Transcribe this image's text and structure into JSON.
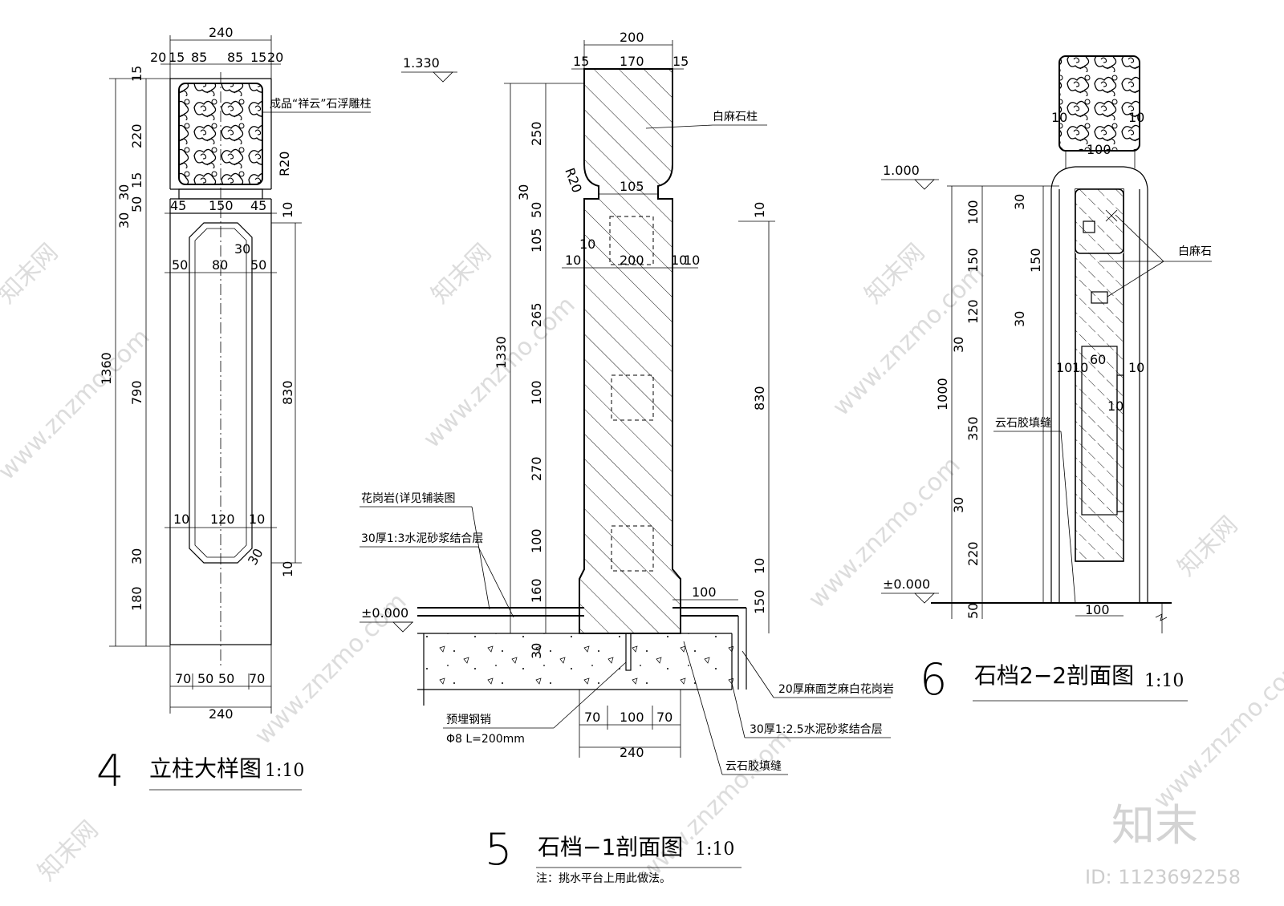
{
  "watermark": {
    "site": "www.znzmo.com",
    "brand": "知末网",
    "logo": "知末",
    "id_label": "ID: 1123692258"
  },
  "detail4": {
    "number": "4",
    "title": "立柱大样图",
    "scale": "1:10",
    "callout": "成品“祥云”石浮雕柱",
    "radius": "R20",
    "dims": {
      "top_total": "240",
      "top_parts": [
        "20",
        "15",
        "85",
        "85",
        "15",
        "20"
      ],
      "mid_parts": [
        "45",
        "150",
        "45"
      ],
      "inner_parts": [
        "50",
        "80",
        "30",
        "50"
      ],
      "low_parts": [
        "10",
        "120",
        "10"
      ],
      "base_parts": [
        "70",
        "50",
        "50",
        "70"
      ],
      "base_total": "240",
      "left_v": [
        "15",
        "220",
        "30",
        "15",
        "50",
        "30",
        "790",
        "30",
        "180"
      ],
      "left_total": "1360",
      "right_v": [
        "10",
        "830",
        "10"
      ],
      "chamfer": "30"
    }
  },
  "detail5": {
    "number": "5",
    "title": "石档−1剖面图",
    "scale": "1:10",
    "note": "注：挑水平台上用此做法。",
    "level_top": "1.330",
    "level_ground": "±0.000",
    "radius": "R20",
    "labels": {
      "pillar": "白麻石柱",
      "granite": "花岗岩(详见铺装图",
      "mortar13": "30厚1:3水泥砂浆结合层",
      "granite20": "20厚麻面芝麻白花岗岩",
      "mortar25": "30厚1:2.5水泥砂浆结合层",
      "sealant": "云石胶填缝",
      "dowel": "预埋钢销",
      "dowel_spec": "Φ8  L=200mm"
    },
    "dims": {
      "top_total": "200",
      "top_parts": [
        "15",
        "170",
        "15"
      ],
      "neck": "105",
      "mid": [
        "10",
        "200",
        "10",
        "10"
      ],
      "side": "10",
      "right_total": "830",
      "right_v": [
        "10",
        "10",
        "150"
      ],
      "left_total": "1330",
      "left_v": [
        "250",
        "30",
        "50",
        "105",
        "265",
        "100",
        "270",
        "100",
        "160",
        "30"
      ],
      "overhang": "100",
      "base_parts": [
        "70",
        "100",
        "70"
      ],
      "base_total": "240"
    }
  },
  "detail6": {
    "number": "6",
    "title": "石档2−2剖面图",
    "scale": "1:10",
    "level_top": "1.000",
    "level_ground": "±0.000",
    "labels": {
      "stone": "白麻石",
      "sealant": "云石胶填缝"
    },
    "dims": {
      "cap_sides": [
        "10",
        "10"
      ],
      "cap_width": "100",
      "left_total": "1000",
      "left_v": [
        "100",
        "150",
        "120",
        "350",
        "220",
        "50"
      ],
      "inner_v": [
        "30",
        "150",
        "30",
        "30",
        "30"
      ],
      "slot": [
        "10",
        "10",
        "60",
        "10"
      ],
      "slot_v": "10",
      "base_width": "100"
    }
  }
}
